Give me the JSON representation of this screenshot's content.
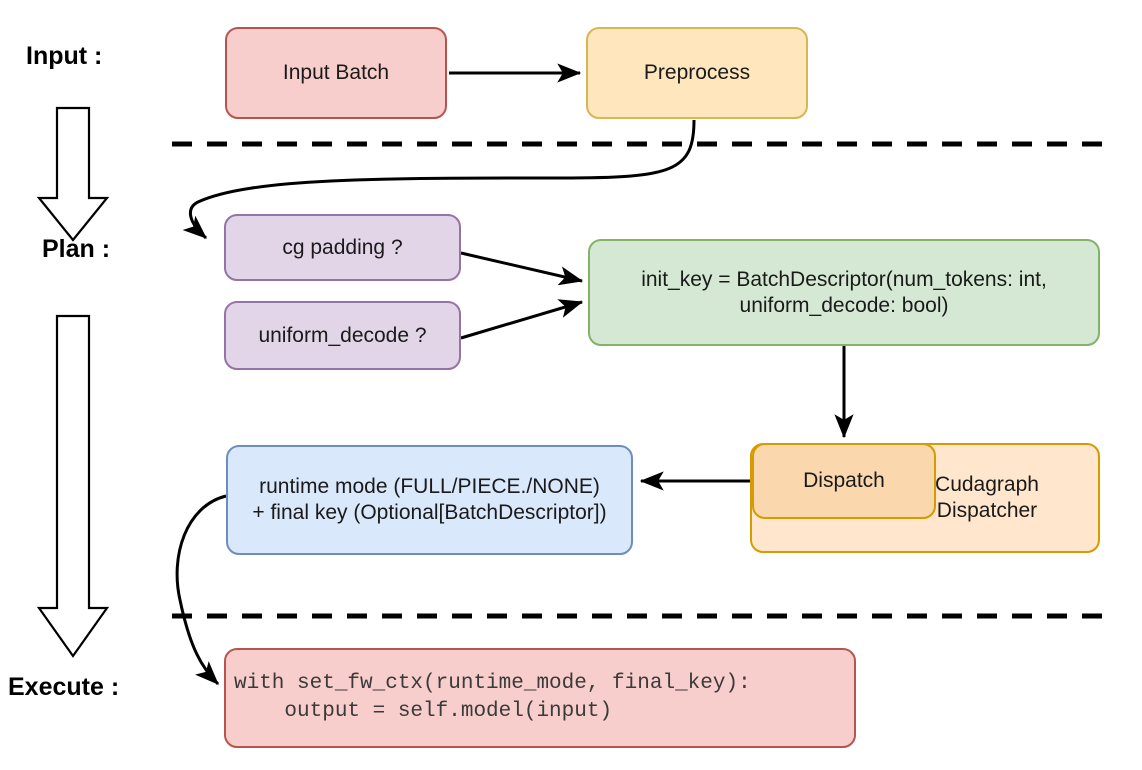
{
  "diagram": {
    "title": "cudagraph dispatch pipeline",
    "stages": [
      {
        "id": "input",
        "label": "Input :"
      },
      {
        "id": "plan",
        "label": "Plan :"
      },
      {
        "id": "execute",
        "label": "Execute :"
      }
    ],
    "nodes": {
      "input_batch": {
        "label": "Input Batch"
      },
      "preprocess": {
        "label": "Preprocess"
      },
      "cg_padding": {
        "label": "cg padding ?"
      },
      "uniform_decode": {
        "label": "uniform_decode ?"
      },
      "init_key": {
        "line1": "init_key = BatchDescriptor(num_tokens: int,",
        "line2": "uniform_decode: bool)"
      },
      "dispatcher": {
        "label": "Cudagraph\nDispatcher",
        "label_line1": "Cudagraph",
        "label_line2": "Dispatcher"
      },
      "dispatch": {
        "label": "Dispatch"
      },
      "runtime_mode": {
        "line1": "runtime mode (FULL/PIECE./NONE)",
        "line2": "+ final key (Optional[BatchDescriptor])"
      },
      "code_block": {
        "line1": "with set_fw_ctx(runtime_mode, final_key):",
        "line2": "    output = self.model(input)"
      }
    },
    "colors": {
      "pink_fill": "#f8cecc",
      "pink_stroke": "#b85450",
      "yellow_fill": "#ffe6bd",
      "yellow_stroke": "#d6b656",
      "purple_fill": "#e1d5e7",
      "purple_stroke": "#9673a6",
      "green_fill": "#d5e8d4",
      "green_stroke": "#82b366",
      "blue_fill": "#dae8fc",
      "blue_stroke": "#6c8ebf",
      "orange_fill": "#ffe6cc",
      "orange_stroke": "#d79b00",
      "dispatch_fill": "#fad7ac",
      "edge": "#000000",
      "background": "#ffffff"
    },
    "separators": [
      {
        "id": "input-plan-divider",
        "style": "dashed"
      },
      {
        "id": "plan-execute-divider",
        "style": "dashed"
      }
    ],
    "edges": [
      {
        "from": "input_batch",
        "to": "preprocess",
        "style": "straight"
      },
      {
        "from": "preprocess",
        "to": "cg_padding",
        "style": "curved"
      },
      {
        "from": "cg_padding",
        "to": "init_key",
        "style": "straight"
      },
      {
        "from": "uniform_decode",
        "to": "init_key",
        "style": "straight"
      },
      {
        "from": "init_key",
        "to": "dispatch",
        "style": "straight"
      },
      {
        "from": "dispatch",
        "to": "runtime_mode",
        "style": "straight"
      },
      {
        "from": "runtime_mode",
        "to": "code_block",
        "style": "curved"
      }
    ],
    "flow_arrows": [
      {
        "id": "input-to-plan-arrow"
      },
      {
        "id": "plan-to-execute-arrow"
      }
    ]
  }
}
